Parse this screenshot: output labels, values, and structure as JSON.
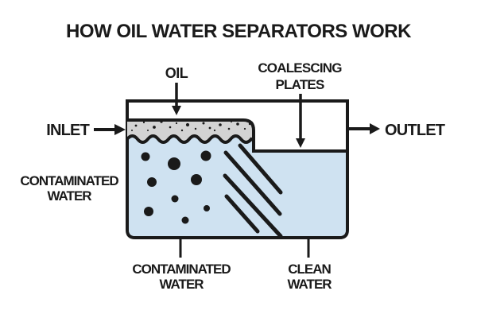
{
  "title": "HOW OIL WATER SEPARATORS WORK",
  "labels": {
    "oil": "OIL",
    "coalescing_line1": "COALESCING",
    "coalescing_line2": "PLATES",
    "inlet": "INLET",
    "outlet": "OUTLET",
    "side_label_line1": "CONTAMINATED",
    "side_label_line2": "WATER",
    "bottom_left_line1": "CONTAMINATED",
    "bottom_left_line2": "WATER",
    "bottom_right_line1": "CLEAN",
    "bottom_right_line2": "WATER"
  },
  "colors": {
    "background": "#ffffff",
    "line": "#1a1a1a",
    "oil_fill": "#d3d3d3",
    "water_fill": "#cfe2f1"
  },
  "diagram": {
    "oil_speckles": [
      [
        171,
        158,
        1.4
      ],
      [
        181,
        154,
        1.1
      ],
      [
        194,
        160,
        1.9
      ],
      [
        203,
        153,
        1.7
      ],
      [
        214,
        160,
        1.3
      ],
      [
        222,
        155,
        1.1
      ],
      [
        236,
        157,
        2.1
      ],
      [
        246,
        162,
        1.2
      ],
      [
        256,
        155,
        1.5
      ],
      [
        264,
        161,
        1.4
      ],
      [
        277,
        157,
        1.8
      ],
      [
        288,
        162,
        1.3
      ],
      [
        299,
        156,
        1.8
      ],
      [
        308,
        162,
        1.1
      ],
      [
        314,
        156,
        1.2
      ],
      [
        166,
        164,
        1.0
      ],
      [
        229,
        164,
        1.2
      ],
      [
        270,
        164,
        1.1
      ],
      [
        291,
        153,
        1.1
      ],
      [
        186,
        164,
        1.0
      ]
    ],
    "oil_droplets": [
      [
        183,
        197,
        5.5
      ],
      [
        219,
        206,
        8
      ],
      [
        259,
        196,
        6.5
      ],
      [
        191,
        229,
        6
      ],
      [
        247,
        226,
        7
      ],
      [
        220,
        250,
        4.5
      ],
      [
        187,
        266,
        6
      ],
      [
        260,
        262,
        4
      ],
      [
        233,
        277,
        4.5
      ]
    ],
    "coalescing_plates": [
      [
        302,
        183,
        353,
        242
      ],
      [
        284,
        192,
        352,
        269
      ],
      [
        283,
        221,
        353,
        297
      ],
      [
        285,
        247,
        324,
        291
      ]
    ]
  }
}
